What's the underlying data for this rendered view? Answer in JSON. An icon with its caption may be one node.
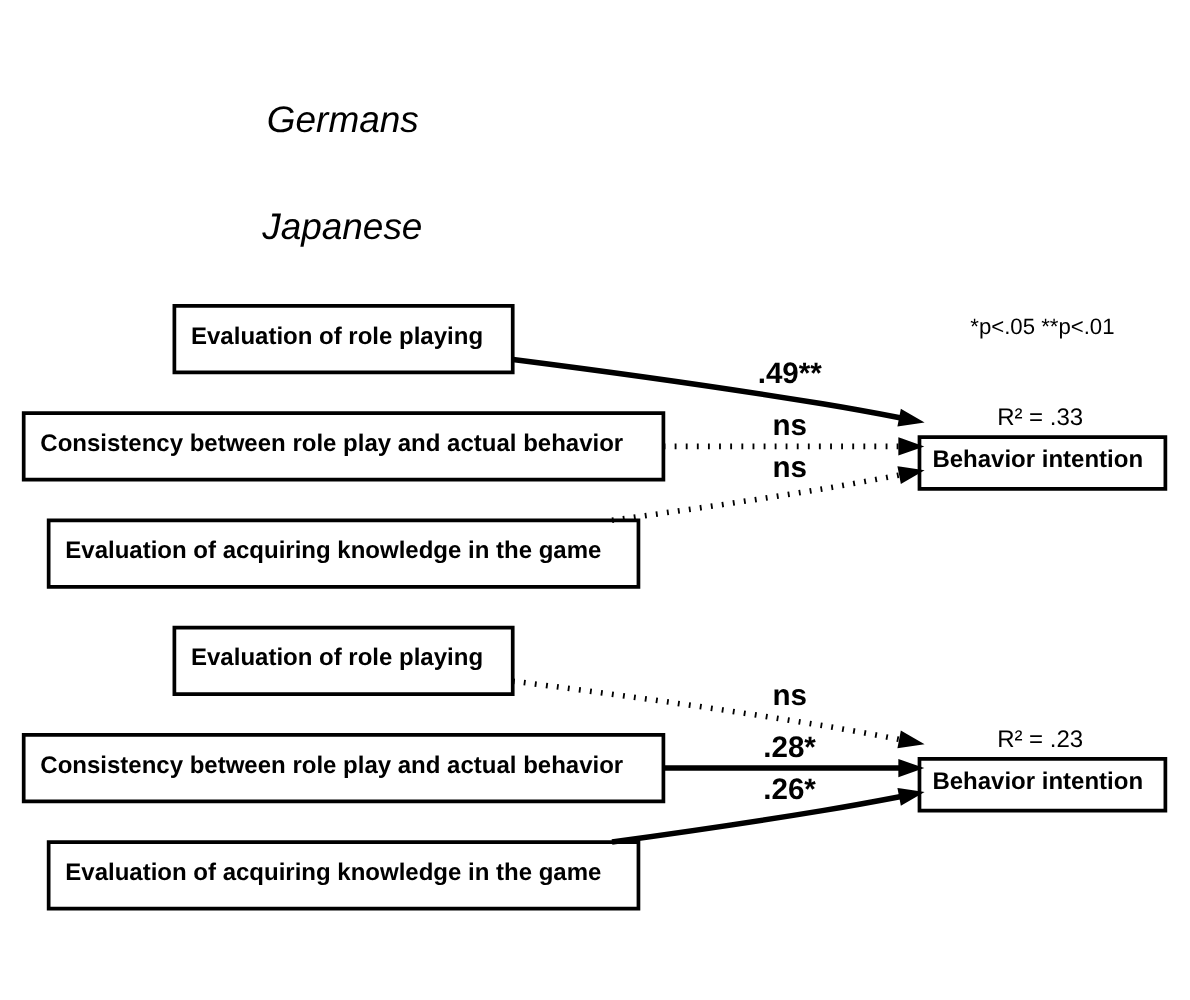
{
  "diagram": {
    "nodes": [
      {
        "text": [
          "Evaluation of role playing"
        ]
      },
      {
        "text": [
          "Consistency between role play and actual behavior"
        ]
      },
      {
        "text": [
          "Behavior intention"
        ],
        "beside": [
          "R² = .23"
        ]
      },
      {
        "text": [
          "Evaluation of acquiring knowledge in the game"
        ]
      },
      {
        "text": [
          "Evaluation of role playing"
        ]
      },
      {
        "text": [
          "Consistency between role play and actual behavior"
        ]
      },
      {
        "text": [
          "Behavior intention"
        ],
        "beside": [
          "R² = .33"
        ]
      },
      {
        "text": [
          "Evaluation of acquiring knowledge in the game"
        ]
      }
    ],
    "edges": [
      {
        "from": 0,
        "to": 2,
        "arrow": "to",
        "label": "ns",
        "style": "dashed"
      },
      {
        "from": 1,
        "to": 2,
        "arrow": "to",
        "label": ".28*"
      },
      {
        "from": 3,
        "to": 2,
        "arrow": "to",
        "label": ".26*"
      },
      {
        "from": 4,
        "to": 6,
        "arrow": "to",
        "label": ".49**"
      },
      {
        "from": 5,
        "to": 6,
        "arrow": "to",
        "label": "ns",
        "style": "dashed"
      },
      {
        "from": 7,
        "to": 6,
        "arrow": "to",
        "label": "ns",
        "style": "dashed"
      }
    ],
    "labels": [
      "Japanese",
      "Germans",
      "*p<.05 **p<.01"
    ]
  }
}
